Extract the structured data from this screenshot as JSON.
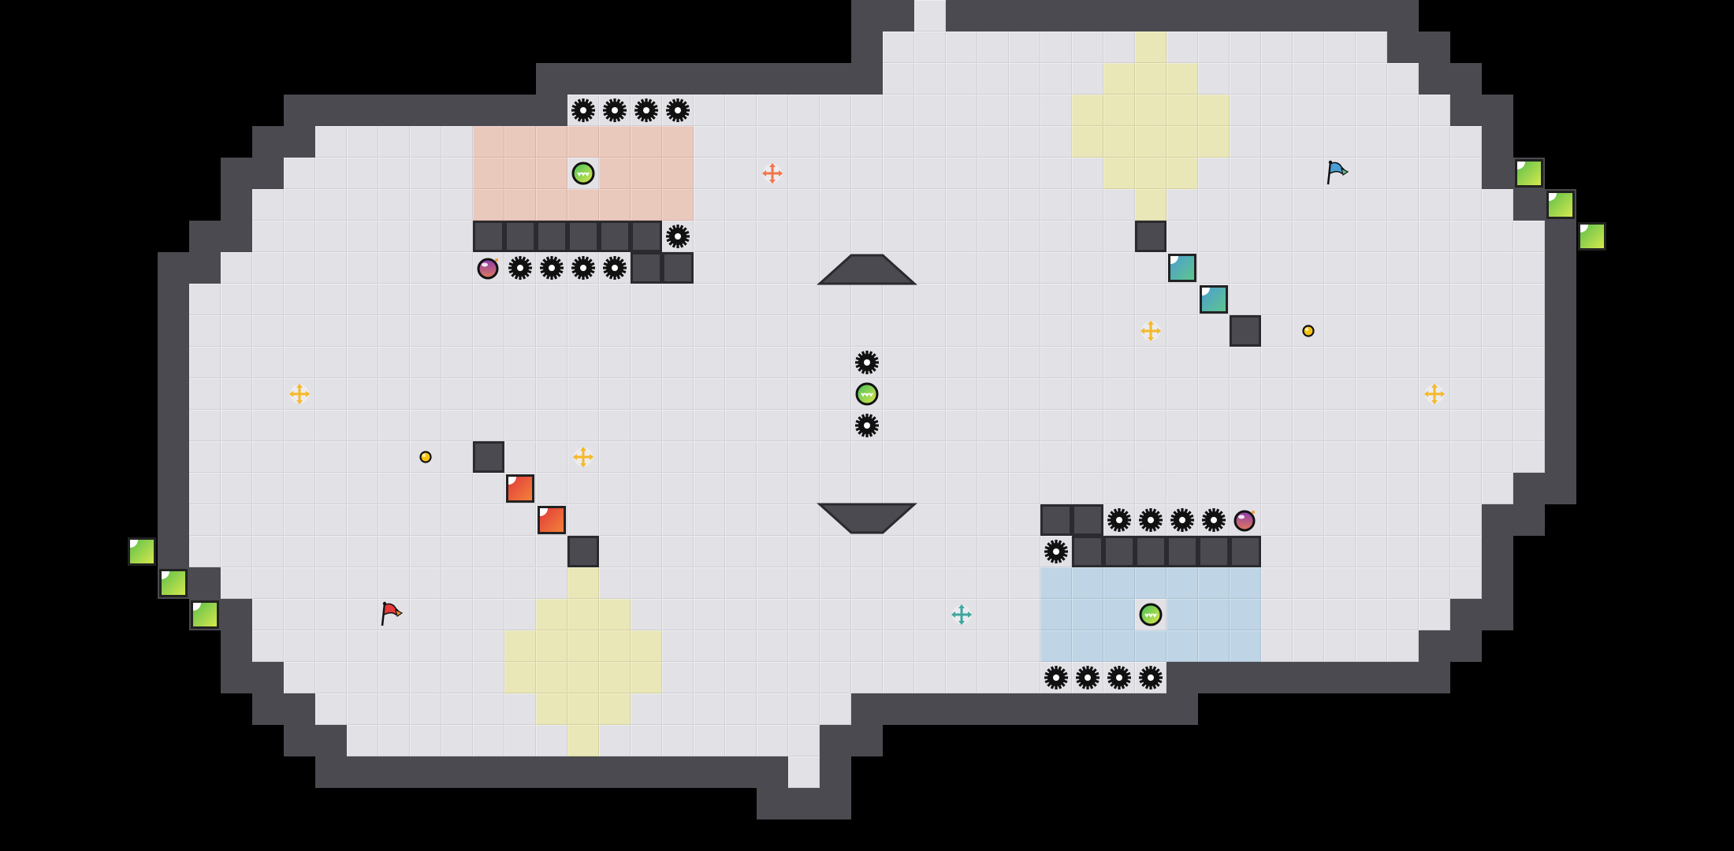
{
  "level": {
    "title": "Puzzle level",
    "grid": {
      "cols": 55,
      "rows": 27
    },
    "floor_rows": [
      {
        "row": 0,
        "spans": [
          [
            29,
            29
          ]
        ]
      },
      {
        "row": 1,
        "spans": [
          [
            28,
            43
          ]
        ]
      },
      {
        "row": 2,
        "spans": [
          [
            28,
            44
          ]
        ]
      },
      {
        "row": 3,
        "spans": [
          [
            18,
            45
          ]
        ]
      },
      {
        "row": 4,
        "spans": [
          [
            10,
            46
          ]
        ]
      },
      {
        "row": 5,
        "spans": [
          [
            9,
            46
          ]
        ]
      },
      {
        "row": 6,
        "spans": [
          [
            8,
            47
          ]
        ]
      },
      {
        "row": 7,
        "spans": [
          [
            8,
            48
          ]
        ]
      },
      {
        "row": 8,
        "spans": [
          [
            7,
            48
          ]
        ]
      },
      {
        "row": 9,
        "spans": [
          [
            6,
            48
          ]
        ]
      },
      {
        "row": 10,
        "spans": [
          [
            6,
            48
          ]
        ]
      },
      {
        "row": 11,
        "spans": [
          [
            6,
            48
          ]
        ]
      },
      {
        "row": 12,
        "spans": [
          [
            6,
            48
          ]
        ]
      },
      {
        "row": 13,
        "spans": [
          [
            6,
            48
          ]
        ]
      },
      {
        "row": 14,
        "spans": [
          [
            6,
            48
          ]
        ]
      },
      {
        "row": 15,
        "spans": [
          [
            6,
            47
          ]
        ]
      },
      {
        "row": 16,
        "spans": [
          [
            6,
            46
          ]
        ]
      },
      {
        "row": 17,
        "spans": [
          [
            6,
            46
          ]
        ]
      },
      {
        "row": 18,
        "spans": [
          [
            7,
            46
          ]
        ]
      },
      {
        "row": 19,
        "spans": [
          [
            8,
            45
          ]
        ]
      },
      {
        "row": 20,
        "spans": [
          [
            8,
            44
          ]
        ]
      },
      {
        "row": 21,
        "spans": [
          [
            9,
            36
          ]
        ]
      },
      {
        "row": 22,
        "spans": [
          [
            10,
            26
          ]
        ]
      },
      {
        "row": 23,
        "spans": [
          [
            11,
            25
          ]
        ]
      },
      {
        "row": 24,
        "spans": [
          [
            25,
            25
          ]
        ]
      }
    ],
    "inner_walls": [
      [
        15,
        7
      ],
      [
        16,
        7
      ],
      [
        17,
        7
      ],
      [
        18,
        7
      ],
      [
        19,
        7
      ],
      [
        20,
        7
      ],
      [
        20,
        8
      ],
      [
        21,
        8
      ],
      [
        36,
        7
      ],
      [
        39,
        10
      ],
      [
        15,
        14
      ],
      [
        18,
        17
      ],
      [
        33,
        16
      ],
      [
        34,
        16
      ],
      [
        34,
        17
      ],
      [
        35,
        17
      ],
      [
        36,
        17
      ],
      [
        37,
        17
      ],
      [
        38,
        17
      ],
      [
        39,
        17
      ]
    ],
    "zones": [
      {
        "color": "red",
        "cells": [
          [
            15,
            4
          ],
          [
            16,
            4
          ],
          [
            17,
            4
          ],
          [
            18,
            4
          ],
          [
            19,
            4
          ],
          [
            20,
            4
          ],
          [
            21,
            4
          ],
          [
            15,
            5
          ],
          [
            16,
            5
          ],
          [
            17,
            5
          ],
          [
            19,
            5
          ],
          [
            20,
            5
          ],
          [
            21,
            5
          ],
          [
            15,
            6
          ],
          [
            16,
            6
          ],
          [
            17,
            6
          ],
          [
            18,
            6
          ],
          [
            19,
            6
          ],
          [
            20,
            6
          ],
          [
            21,
            6
          ]
        ]
      },
      {
        "color": "blue",
        "cells": [
          [
            33,
            18
          ],
          [
            34,
            18
          ],
          [
            35,
            18
          ],
          [
            36,
            18
          ],
          [
            37,
            18
          ],
          [
            38,
            18
          ],
          [
            39,
            18
          ],
          [
            33,
            19
          ],
          [
            34,
            19
          ],
          [
            35,
            19
          ],
          [
            37,
            19
          ],
          [
            38,
            19
          ],
          [
            39,
            19
          ],
          [
            33,
            20
          ],
          [
            34,
            20
          ],
          [
            35,
            20
          ],
          [
            36,
            20
          ],
          [
            37,
            20
          ],
          [
            38,
            20
          ],
          [
            39,
            20
          ]
        ]
      },
      {
        "color": "yellow",
        "cells": [
          [
            36,
            1
          ],
          [
            35,
            2
          ],
          [
            36,
            2
          ],
          [
            37,
            2
          ],
          [
            34,
            3
          ],
          [
            35,
            3
          ],
          [
            36,
            3
          ],
          [
            37,
            3
          ],
          [
            38,
            3
          ],
          [
            34,
            4
          ],
          [
            35,
            4
          ],
          [
            36,
            4
          ],
          [
            37,
            4
          ],
          [
            38,
            4
          ],
          [
            35,
            5
          ],
          [
            36,
            5
          ],
          [
            37,
            5
          ],
          [
            36,
            6
          ]
        ]
      },
      {
        "color": "yellow",
        "cells": [
          [
            18,
            18
          ],
          [
            17,
            19
          ],
          [
            18,
            19
          ],
          [
            19,
            19
          ],
          [
            16,
            20
          ],
          [
            17,
            20
          ],
          [
            18,
            20
          ],
          [
            19,
            20
          ],
          [
            20,
            20
          ],
          [
            16,
            21
          ],
          [
            17,
            21
          ],
          [
            18,
            21
          ],
          [
            19,
            21
          ],
          [
            20,
            21
          ],
          [
            17,
            22
          ],
          [
            18,
            22
          ],
          [
            19,
            22
          ],
          [
            18,
            23
          ]
        ]
      }
    ],
    "ramps": [
      {
        "name": "ramp-up",
        "col": 26,
        "row": 8,
        "direction": "up"
      },
      {
        "name": "ramp-down",
        "col": 26,
        "row": 16,
        "direction": "down"
      }
    ],
    "blocks": [
      {
        "color": "green",
        "col": 48,
        "row": 5
      },
      {
        "color": "green",
        "col": 49,
        "row": 6
      },
      {
        "color": "green",
        "col": 50,
        "row": 7
      },
      {
        "color": "green",
        "col": 4,
        "row": 17
      },
      {
        "color": "green",
        "col": 5,
        "row": 18
      },
      {
        "color": "green",
        "col": 6,
        "row": 19
      },
      {
        "color": "red",
        "col": 16,
        "row": 15
      },
      {
        "color": "red",
        "col": 17,
        "row": 16
      },
      {
        "color": "teal",
        "col": 37,
        "row": 8
      },
      {
        "color": "teal",
        "col": 38,
        "row": 9
      }
    ],
    "gears": [
      [
        18,
        3
      ],
      [
        19,
        3
      ],
      [
        20,
        3
      ],
      [
        21,
        3
      ],
      [
        21,
        7
      ],
      [
        16,
        8
      ],
      [
        17,
        8
      ],
      [
        18,
        8
      ],
      [
        19,
        8
      ],
      [
        27,
        11
      ],
      [
        27,
        13
      ],
      [
        35,
        16
      ],
      [
        36,
        16
      ],
      [
        37,
        16
      ],
      [
        38,
        16
      ],
      [
        33,
        17
      ],
      [
        33,
        21
      ],
      [
        34,
        21
      ],
      [
        35,
        21
      ],
      [
        36,
        21
      ]
    ],
    "orbs": [
      {
        "type": "green-orb",
        "col": 18,
        "row": 5
      },
      {
        "type": "green-orb",
        "col": 27,
        "row": 12
      },
      {
        "type": "green-orb",
        "col": 36,
        "row": 19
      },
      {
        "type": "bomb",
        "col": 15,
        "row": 8
      },
      {
        "type": "bomb",
        "col": 39,
        "row": 16
      }
    ],
    "crosses": [
      {
        "color": "orange",
        "col": 24,
        "row": 5
      },
      {
        "color": "yellow",
        "col": 9,
        "row": 12
      },
      {
        "color": "yellow",
        "col": 18,
        "row": 14
      },
      {
        "color": "yellow",
        "col": 36,
        "row": 10
      },
      {
        "color": "yellow",
        "col": 45,
        "row": 12
      },
      {
        "color": "teal",
        "col": 30,
        "row": 19
      }
    ],
    "coins": [
      {
        "col": 13,
        "row": 14
      },
      {
        "col": 41,
        "row": 10
      }
    ],
    "flags": [
      {
        "color": "blue",
        "col": 42,
        "row": 5
      },
      {
        "color": "red",
        "col": 12,
        "row": 19
      }
    ],
    "colors": {
      "floor": "#e2e1e6",
      "wall": "#4a4a50",
      "background": "#000000",
      "red_zone": "#eac9bd",
      "blue_zone": "#bfd4e4",
      "yellow_zone": "#e9e6b8"
    }
  }
}
